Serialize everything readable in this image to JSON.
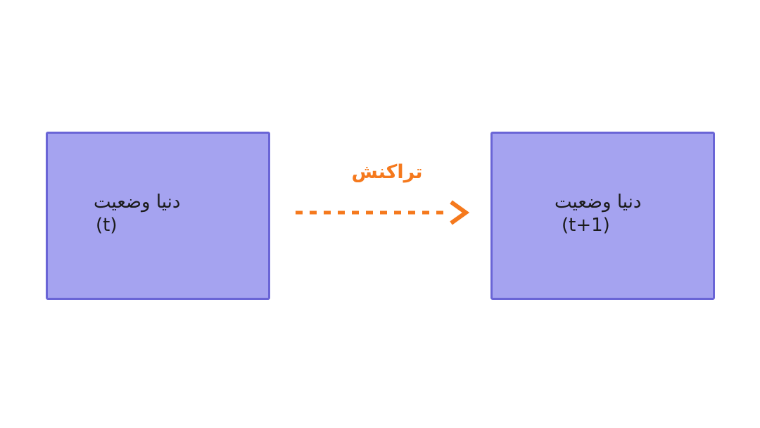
{
  "diagram": {
    "boxes": [
      {
        "name": "world-state-t",
        "title": "دنیا وضعیت",
        "subtitle": "(t)"
      },
      {
        "name": "world-state-t-plus-1",
        "title": "دنیا وضعیت",
        "subtitle": "(t+1)"
      }
    ],
    "arrow": {
      "label": "تراکنش",
      "style": "dashed",
      "direction": "left-to-right"
    },
    "colors": {
      "background": "#ffffff",
      "box_fill": "#a5a3f0",
      "box_border": "#6a65d6",
      "text": "#1b1b1b",
      "accent": "#f5791d"
    }
  }
}
